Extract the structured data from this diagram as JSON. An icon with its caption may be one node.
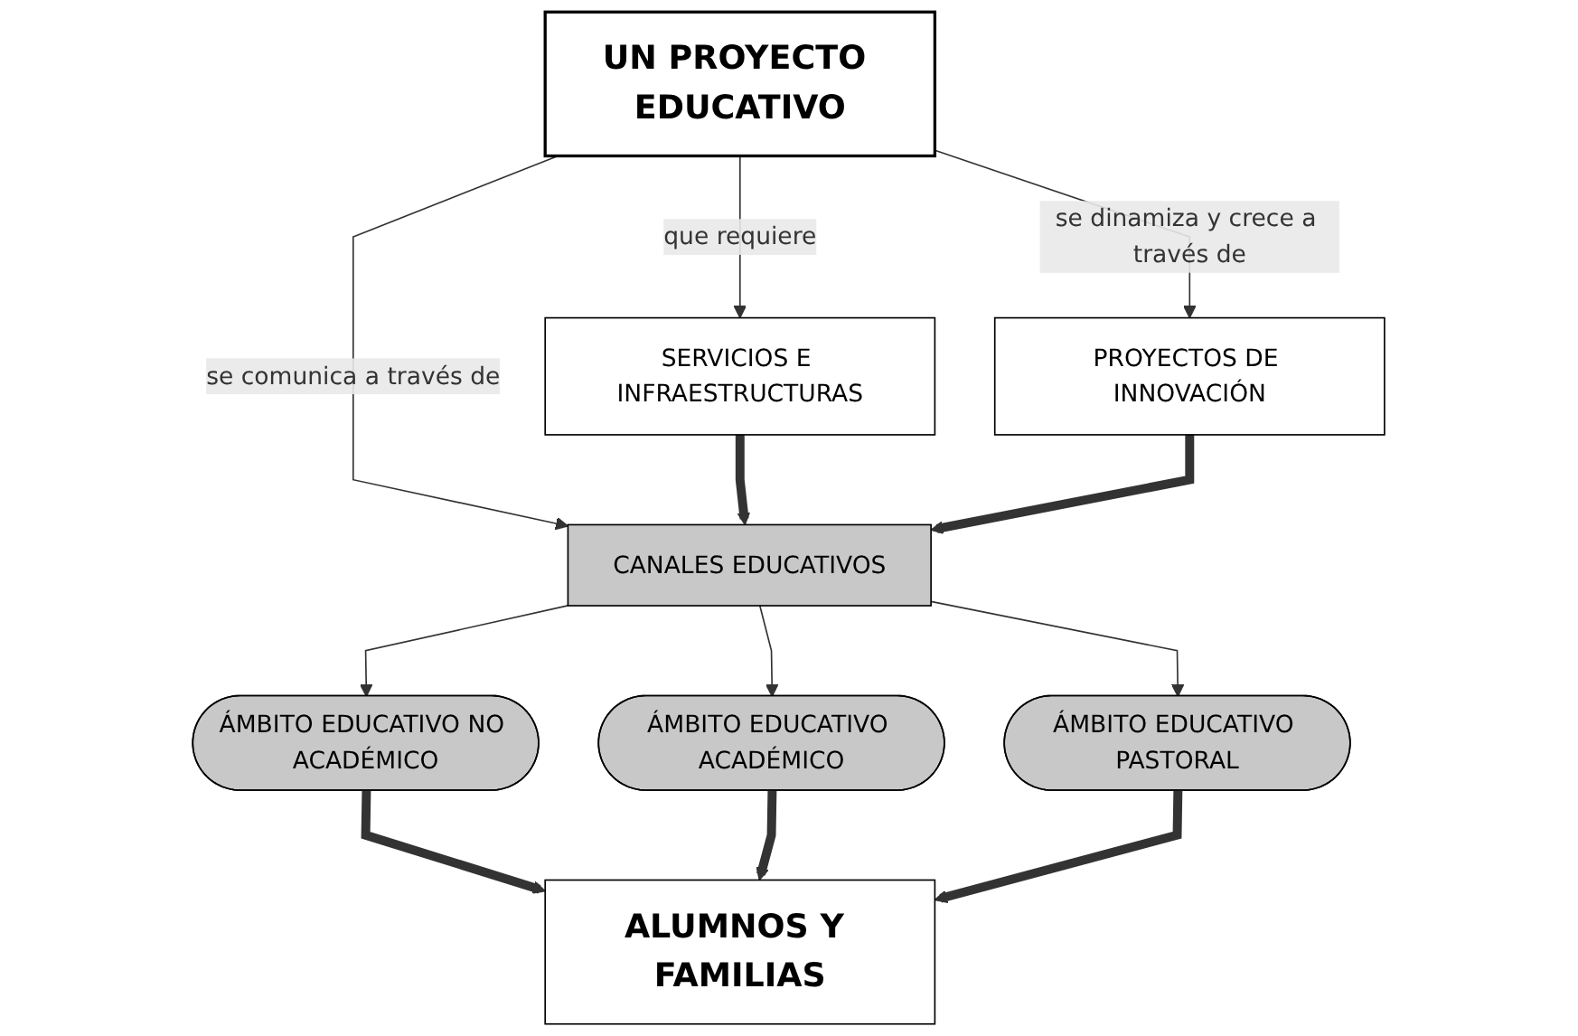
{
  "diagram": {
    "nodes": [
      {
        "text": [
          "UN PROYECTO EDUCATIVO"
        ]
      },
      {
        "text": [
          "SERVICIOS E INFRAESTRUCTURAS"
        ]
      },
      {
        "text": [
          "CANALES EDUCATIVOS"
        ]
      },
      {
        "text": [
          "PROYECTOS DE INNOVACIÓN"
        ]
      },
      {
        "text": [
          "ÁMBITO EDUCATIVO NO ACADÉMICO"
        ]
      },
      {
        "text": [
          "ÁMBITO EDUCATIVO ACADÉMICO"
        ]
      },
      {
        "text": [
          "ÁMBITO EDUCATIVO PASTORAL"
        ]
      },
      {
        "text": [
          "ALUMNOS Y FAMILIAS"
        ]
      }
    ],
    "edges": [
      {
        "from": 0,
        "to": 1,
        "arrow": "to",
        "label": "que requiere"
      },
      {
        "from": 0,
        "to": 2,
        "arrow": "to",
        "label": "se comunica a través de"
      },
      {
        "from": 0,
        "to": 3,
        "arrow": "to",
        "label": "se dinamiza y crece a través de"
      },
      {
        "from": 1,
        "to": 2,
        "arrow": "to",
        "style": "thick"
      },
      {
        "from": 3,
        "to": 2,
        "arrow": "to",
        "style": "thick"
      },
      {
        "from": 2,
        "to": 4,
        "arrow": "to"
      },
      {
        "from": 2,
        "to": 5,
        "arrow": "to"
      },
      {
        "from": 2,
        "to": 6,
        "arrow": "to"
      },
      {
        "from": 4,
        "to": 7,
        "arrow": "to",
        "style": "thick"
      },
      {
        "from": 5,
        "to": 7,
        "arrow": "to",
        "style": "thick"
      },
      {
        "from": 6,
        "to": 7,
        "arrow": "to",
        "style": "thick"
      }
    ]
  }
}
